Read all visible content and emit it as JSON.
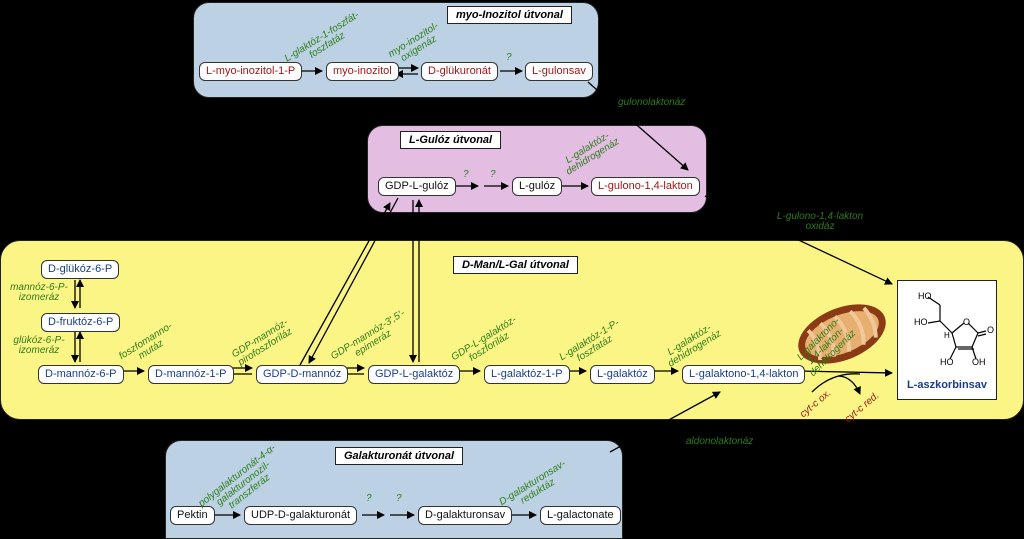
{
  "myo": {
    "title": "myo-Inozitol útvonal",
    "nodes": [
      "L-myo-inozitol-1-P",
      "myo-inozitol",
      "D-glükuronát",
      "L-gulonsav"
    ],
    "enzymes": [
      "L-glaktóz-1-foszfát-foszfatáz",
      "myo-inozitol-oxigenáz",
      "?"
    ],
    "exit_enzyme": "gulonolaktonáz"
  },
  "gulose": {
    "title": "L-Gulóz útvonal",
    "nodes": [
      "GDP-L-gulóz",
      "L-gulóz",
      "L-gulono-1,4-lakton"
    ],
    "enzymes": [
      "?",
      "?",
      "L-galaktóz-dehidrogenáz"
    ],
    "exit_enzyme": "L-gulono-1,4-lakton oxidáz"
  },
  "dman": {
    "title": "D-Man/L-Gal útvonal",
    "nodes_left": [
      "D-glükóz-6-P",
      "D-fruktóz-6-P"
    ],
    "main_nodes": [
      "D-mannóz-6-P",
      "D-mannóz-1-P",
      "GDP-D-mannóz",
      "GDP-L-galaktóz",
      "L-galaktóz-1-P",
      "L-galaktóz",
      "L-galaktono-1,4-lakton"
    ],
    "enzymes_left": [
      "mannóz-6-P-izomeráz",
      "glükóz-6-P-izomeráz"
    ],
    "enzymes_main": [
      "foszfomanno-mutáz",
      "GDP-mannóz-pirofoszforiláz",
      "GDP-mannóz-3',5'-epimeráz",
      "GDP-L-galaktóz-foszforiláz",
      "L-galaktóz-1-P-foszfatáz",
      "L-galaktóz-dehidrogenáz"
    ],
    "mito_label": "L-galaktono-1,4-lakton-dehidrogenáz",
    "cyt_ox": "cyt-c ox.",
    "cyt_red": "cyt-c red."
  },
  "galact": {
    "title": "Galakturonát útvonal",
    "nodes": [
      "Pektin",
      "UDP-D-galakturonát",
      "D-galakturonsav",
      "L-galactonate"
    ],
    "enzymes": [
      "polygalakturonát-4-α-galakturonozil-transzferáz",
      "?",
      "?",
      "D-galakturonsav-reduktáz"
    ],
    "exit_enzyme": "aldonolaktonáz"
  },
  "product": {
    "label": "L-aszkorbinsav",
    "atoms": [
      "HO",
      "HO",
      "O",
      "O",
      "H",
      "HO",
      "OH"
    ]
  },
  "colors": {
    "myo": "#bcd2e4",
    "gulose": "#e3bde2",
    "dman": "#fbf586",
    "galact": "#bcd2e4",
    "enzyme": "#2e7d1a"
  }
}
